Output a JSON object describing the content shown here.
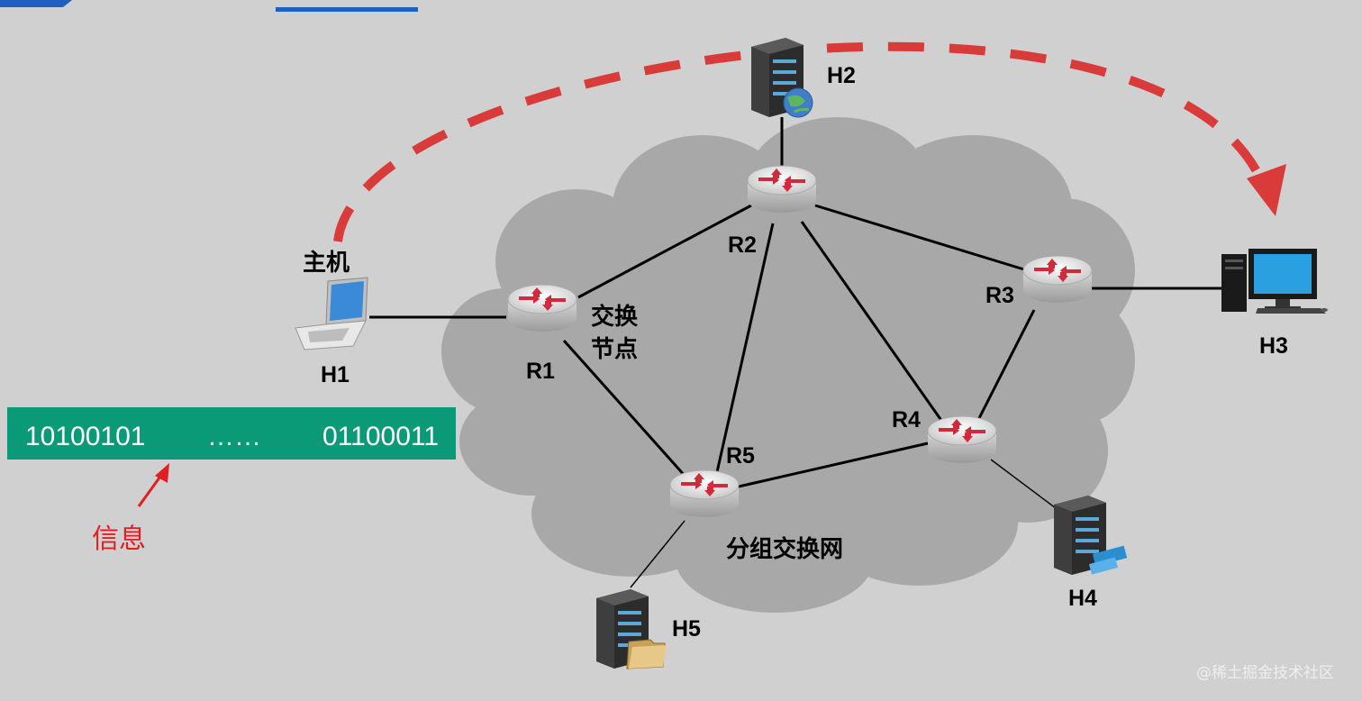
{
  "hosts": {
    "h1": {
      "label": "H1",
      "caption": "主机",
      "icon": "laptop-icon"
    },
    "h2": {
      "label": "H2",
      "icon": "web-server-icon"
    },
    "h3": {
      "label": "H3",
      "icon": "desktop-computer-icon"
    },
    "h4": {
      "label": "H4",
      "icon": "media-server-icon"
    },
    "h5": {
      "label": "H5",
      "icon": "file-server-icon"
    }
  },
  "routers": {
    "r1": {
      "label": "R1"
    },
    "r2": {
      "label": "R2"
    },
    "r3": {
      "label": "R3"
    },
    "r4": {
      "label": "R4"
    },
    "r5": {
      "label": "R5"
    }
  },
  "switch_node_label": [
    "交换",
    "节点"
  ],
  "network_label": "分组交换网",
  "message": {
    "left": "10100101",
    "middle": "……",
    "right": "01100011",
    "caption": "信息"
  },
  "watermark": "@稀土掘金技术社区",
  "colors": {
    "cloud": "#a8a8a8",
    "message_bar": "#0a9a78",
    "arrow": "#d93a3a",
    "info": "#e02020",
    "accent_blue": "#1f5fbf"
  }
}
